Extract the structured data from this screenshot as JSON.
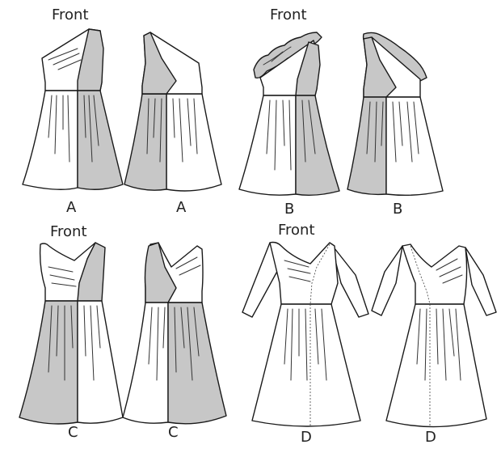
{
  "labels": {
    "front": "Front",
    "view_a": "A",
    "view_b": "B",
    "view_c": "C",
    "view_d": "D"
  },
  "colors": {
    "contrast_fabric": "#c7c7c7",
    "main_fabric": "#ffffff",
    "outline": "#1a1a1a"
  }
}
